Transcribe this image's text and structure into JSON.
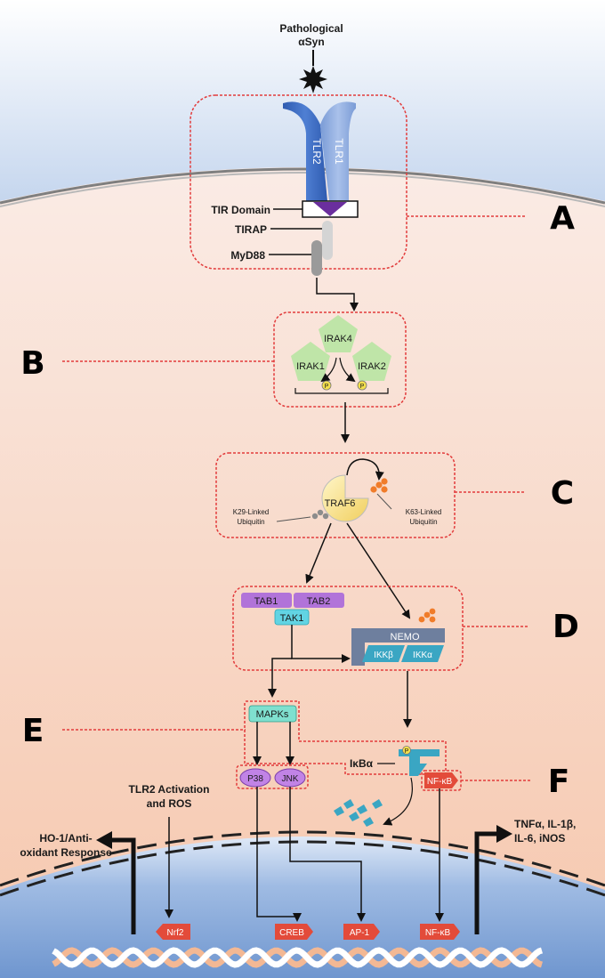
{
  "colors": {
    "cytoplasm_top": "#fbf3f1",
    "cytoplasm_bottom": "#f6c9b0",
    "extracellular": "#c9d8ee",
    "nucleus": "#7ea3d6",
    "box_border": "#e23b3b",
    "tlr2": "#3f6fc6",
    "tlr1": "#86a7dd",
    "tir": "#6a2e9e",
    "pentagon": "#bfe5a8",
    "phospho": "#f4e04d",
    "traf6": "#f6e08a",
    "ubiquitin_k63": "#f07c2a",
    "ubiquitin_k29": "#8c8c8c",
    "tab": "#b173d9",
    "tak1": "#62d4e3",
    "mapk": "#7fe0cf",
    "p38": "#c183e6",
    "nemo": "#6e7f9e",
    "ikk": "#3aa6c3",
    "nfkb": "#e34b3a",
    "arrow": "#111111"
  },
  "ligand": {
    "line1": "Pathological",
    "line2": "αSyn"
  },
  "receptors": {
    "tlr2": "TLR2",
    "tlr1": "TLR1"
  },
  "membrane_labels": {
    "tir": "TIR Domain",
    "tirap": "TIRAP",
    "myd88": "MyD88"
  },
  "irak": {
    "irak4": "IRAK4",
    "irak1": "IRAK1",
    "irak2": "IRAK2",
    "p": "P"
  },
  "traf": {
    "traf6": "TRAF6",
    "k29_line1": "K29-Linked",
    "k29_line2": "Ubiquitin",
    "k63_line1": "K63-Linked",
    "k63_line2": "Ubiquitin"
  },
  "tak": {
    "tab1": "TAB1",
    "tab2": "TAB2",
    "tak1": "TAK1"
  },
  "ikk_complex": {
    "nemo": "NEMO",
    "ikkb": "IKKβ",
    "ikka": "IKKα"
  },
  "mapk": {
    "mapks": "MAPKs",
    "p38": "P38",
    "jnk": "JNK"
  },
  "ikba": {
    "label": "IκBα"
  },
  "nfkb": {
    "cyto": "NF-κB",
    "nuclear": "NF-κB"
  },
  "transcription": {
    "nrf2": "Nrf2",
    "creb": "CREB",
    "ap1": "AP-1"
  },
  "side_labels": {
    "tlr2_ros_line1": "TLR2 Activation",
    "tlr2_ros_line2": "and ROS",
    "ho1_line1": "HO-1/Anti-",
    "ho1_line2": "oxidant Response",
    "cytokines_line1": "TNFα, IL-1β,",
    "cytokines_line2": "IL-6, iNOS"
  },
  "panels": {
    "a": "A",
    "b": "B",
    "c": "C",
    "d": "D",
    "e": "E",
    "f": "F"
  }
}
